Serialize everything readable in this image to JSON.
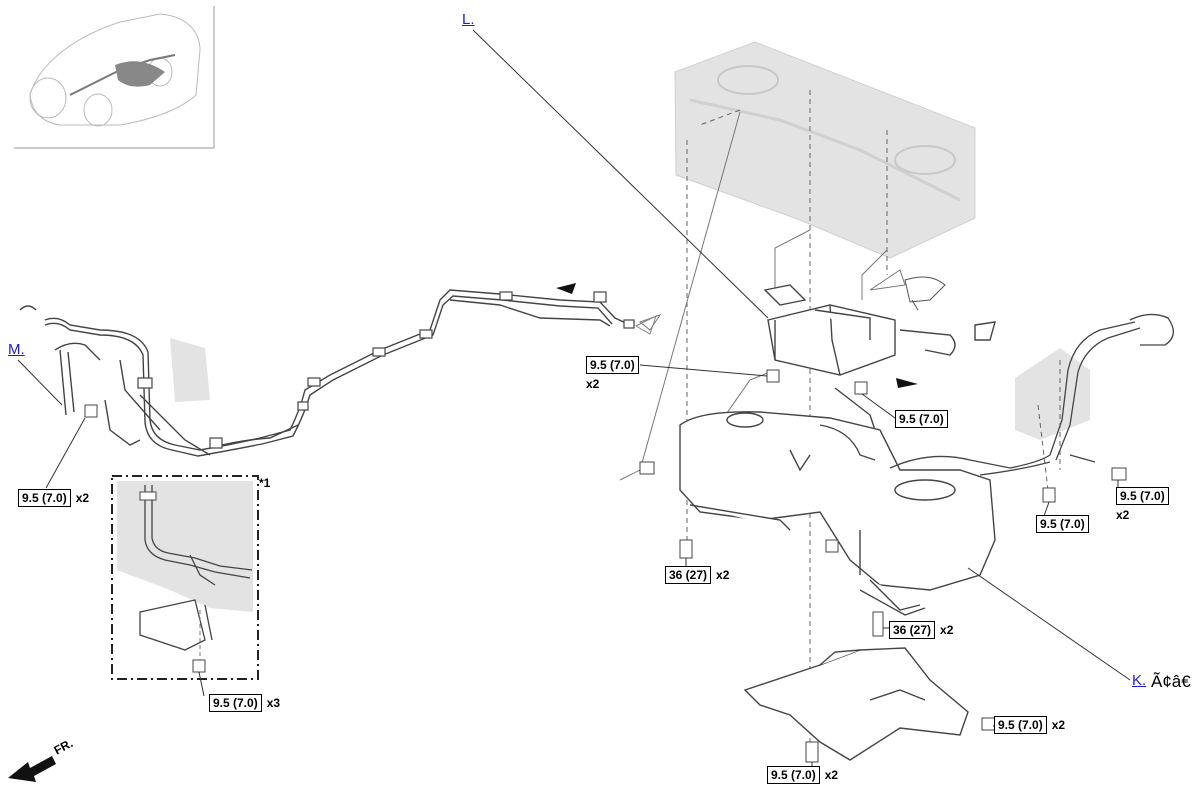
{
  "links": {
    "l": "L.",
    "m": "M.",
    "k": "K.",
    "k_suffix": "Ã¢â€"
  },
  "torques": [
    {
      "id": "t1",
      "value": "9.5 (7.0)",
      "mult": "x2"
    },
    {
      "id": "t2",
      "value": "9.5 (7.0)",
      "mult": "x2"
    },
    {
      "id": "t3",
      "value": "9.5 (7.0)",
      "mult": ""
    },
    {
      "id": "t4",
      "value": "36 (27)",
      "mult": "x2"
    },
    {
      "id": "t5",
      "value": "9.5 (7.0)",
      "mult": ""
    },
    {
      "id": "t6",
      "value": "9.5 (7.0)",
      "mult": "x2"
    },
    {
      "id": "t7",
      "value": "36 (27)",
      "mult": "x2"
    },
    {
      "id": "t8",
      "value": "9.5 (7.0)",
      "mult": "x3"
    },
    {
      "id": "t9",
      "value": "9.5 (7.0)",
      "mult": "x2"
    },
    {
      "id": "t10",
      "value": "9.5 (7.0)",
      "mult": "x2"
    }
  ],
  "inset_note": "*1",
  "front_label": "FR.",
  "colors": {
    "line": "#444444",
    "shade": "#e3e3e3",
    "link": "#1a1ae6"
  }
}
